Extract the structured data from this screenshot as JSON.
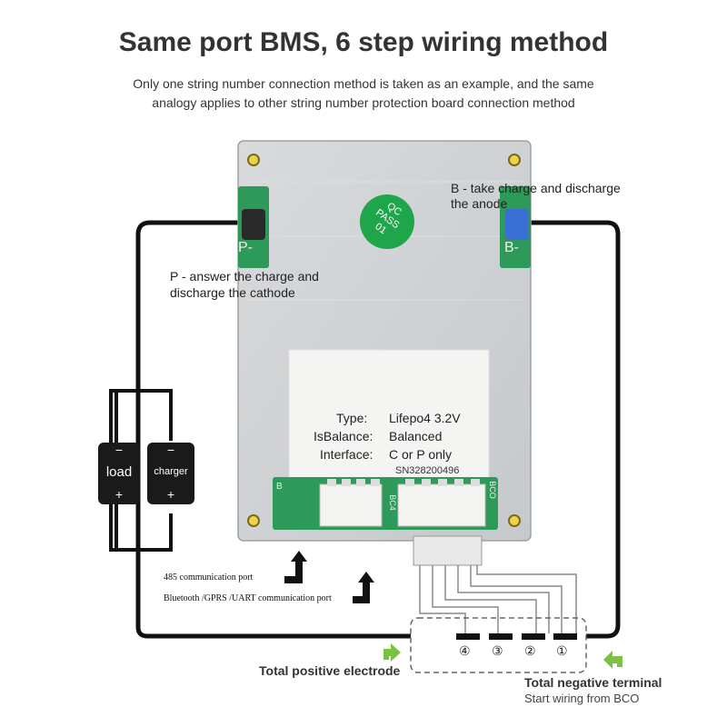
{
  "header": {
    "title": "Same port BMS, 6 step wiring method",
    "subtitle_line1": "Only one string number connection method is taken as an example, and the same",
    "subtitle_line2": "analogy applies to other string number protection board connection method"
  },
  "board": {
    "stamp_line1": "QC",
    "stamp_line2": "PASS",
    "stamp_line3": "01",
    "p_pad": "P-",
    "b_pad": "B-",
    "type_label": "Type:",
    "type_value": "Lifepo4 3.2V",
    "balance_label": "IsBalance:",
    "balance_value": "Balanced",
    "interface_label": "Interface:",
    "interface_value": "C or P only",
    "serial": "SN328200496",
    "conn_b_label": "B",
    "conn_bc4_label": "BC4",
    "conn_bco_label": "BCO"
  },
  "annotations": {
    "b_line1": "B - take charge and discharge",
    "b_line2": "the anode",
    "p_line1": "P - answer the charge and",
    "p_line2": "discharge the cathode",
    "port485": "485 communication port",
    "port_bt": "Bluetooth /GPRS /UART communication port",
    "total_positive": "Total positive electrode",
    "total_negative": "Total negative terminal",
    "start_wiring": "Start wiring from BCO"
  },
  "devices": {
    "load_minus": "−",
    "load_label": "load",
    "load_plus": "+",
    "charger_minus": "−",
    "charger_label": "charger",
    "charger_plus": "+"
  },
  "cells": {
    "c4": "④",
    "c3": "③",
    "c2": "②",
    "c1": "①"
  },
  "colors": {
    "wire": "#111111",
    "board": "#d4d6d8",
    "pcb_green": "#2e9a5a",
    "stamp_green": "#1fa64a",
    "arrow_green": "#7cc242"
  }
}
